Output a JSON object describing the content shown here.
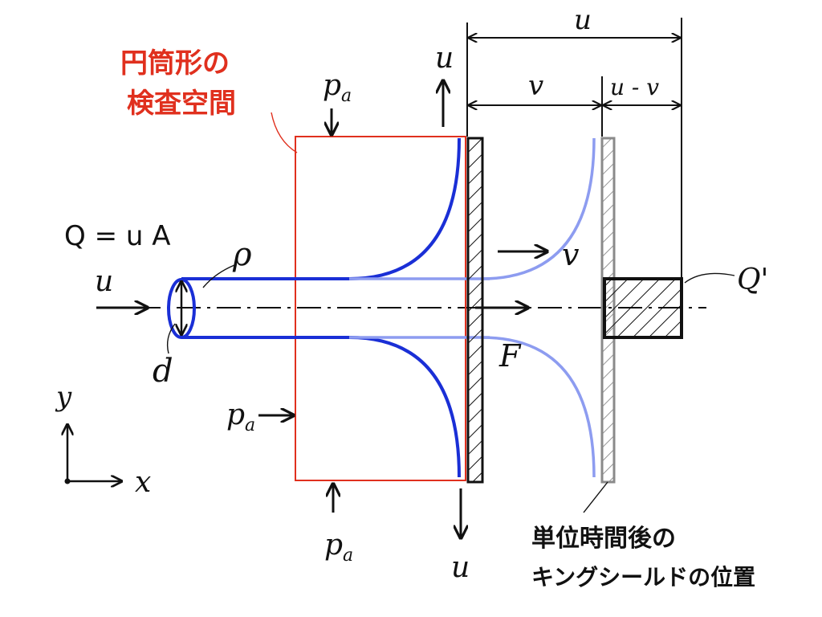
{
  "labels": {
    "control_volume": [
      "円筒形の",
      "検査空間"
    ],
    "flow_rate": "Q = u A",
    "inlet_velocity": "u",
    "density": "ρ",
    "diameter": "d",
    "axis_y": "y",
    "axis_x": "x",
    "pressure_top": "p",
    "pressure_left": "p",
    "pressure_bottom": "p",
    "pressure_subscript": "a",
    "upward_velocity": "u",
    "downward_velocity": "u",
    "dimension_total": "u",
    "dimension_shield": "v",
    "dimension_remaining": "u - v",
    "shield_velocity": "v",
    "force": "F",
    "volume_q_prime": "Q'",
    "shield_later": [
      "単位時間後の",
      "キングシールドの位置"
    ]
  },
  "colors": {
    "control_volume": "#e0301e",
    "jet": "#1a2fd6",
    "jet_light": "#8d9cf0",
    "shield_old": "#8a8a8a",
    "ink": "#111111"
  }
}
